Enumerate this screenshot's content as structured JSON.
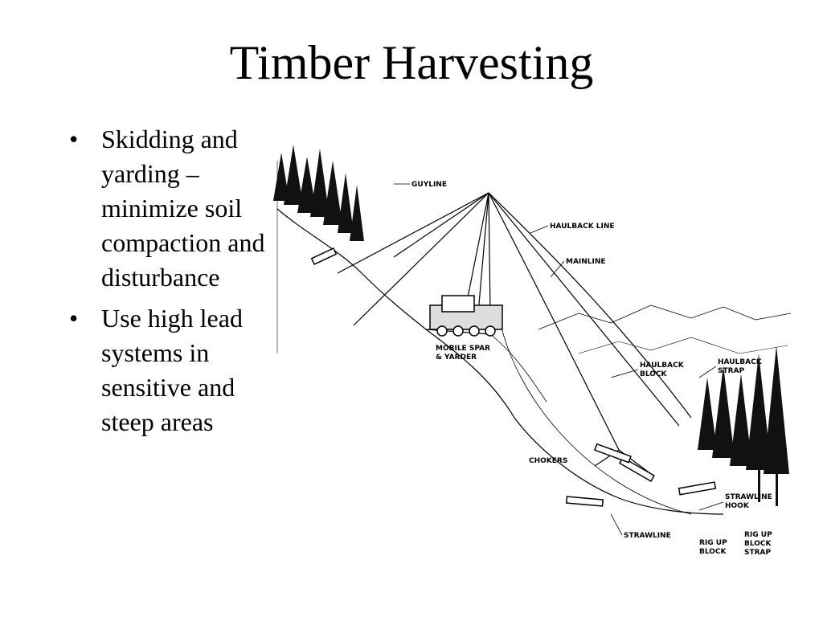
{
  "slide": {
    "title": "Timber Harvesting"
  },
  "bullets": [
    {
      "text": "Skidding and yarding – minimize soil compaction and disturbance"
    },
    {
      "text": "Use high lead systems in sensitive and steep areas"
    }
  ],
  "diagram": {
    "labels": {
      "guyline": "GUYLINE",
      "haulback_line": "HAULBACK LINE",
      "mainline": "MAINLINE",
      "mobile_spar_1": "MOBILE SPAR",
      "mobile_spar_2": "& YARDER",
      "haulback_block_1": "HAULBACK",
      "haulback_block_2": "BLOCK",
      "haulback_strap_1": "HAULBACK",
      "haulback_strap_2": "STRAP",
      "chokers": "CHOKERS",
      "strawline_hook_1": "STRAWLINE",
      "strawline_hook_2": "HOOK",
      "strawline": "STRAWLINE",
      "rig_up_block_1": "RIG UP",
      "rig_up_block_2": "BLOCK",
      "rig_up_block_strap_1": "RIG UP",
      "rig_up_block_strap_2": "BLOCK",
      "rig_up_block_strap_3": "STRAP"
    }
  }
}
